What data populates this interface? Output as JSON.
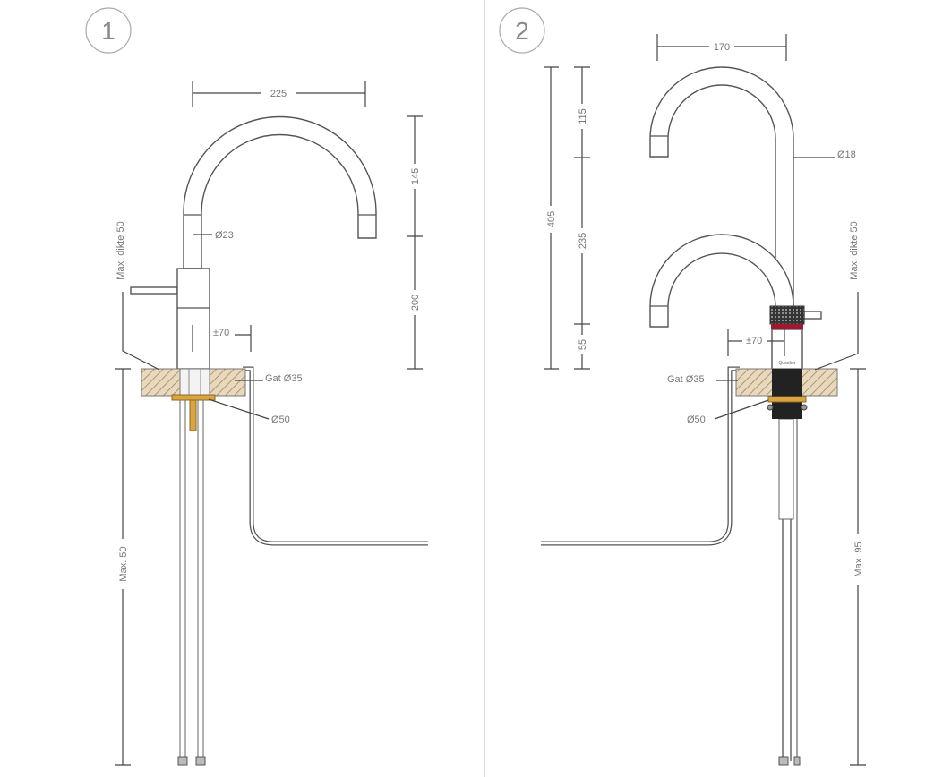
{
  "colors": {
    "line": "#555555",
    "counter": "#e9d8bb",
    "hatch": "#8a7a60",
    "brass": "#d9a441",
    "knurl": "#333333",
    "red_band": "#a0182e"
  },
  "panels": [
    {
      "number": "1",
      "dims": {
        "spout_width": "225",
        "upper_height": "145",
        "lower_height": "200",
        "tube_diameter": "Ø23",
        "offset": "±70",
        "hole": "Gat Ø35",
        "washer": "Ø50",
        "max_thickness": "Max. dikte 50",
        "max_below": "Max. 50"
      }
    },
    {
      "number": "2",
      "dims": {
        "spout_width": "170",
        "total_height": "405",
        "upper_height": "115",
        "middle_height": "235",
        "lower_height": "55",
        "tube_diameter": "Ø18",
        "offset": "±70",
        "hole": "Gat Ø35",
        "washer": "Ø50",
        "max_thickness": "Max. dikte 50",
        "max_below": "Max. 95",
        "logo": "Quooker"
      }
    }
  ]
}
